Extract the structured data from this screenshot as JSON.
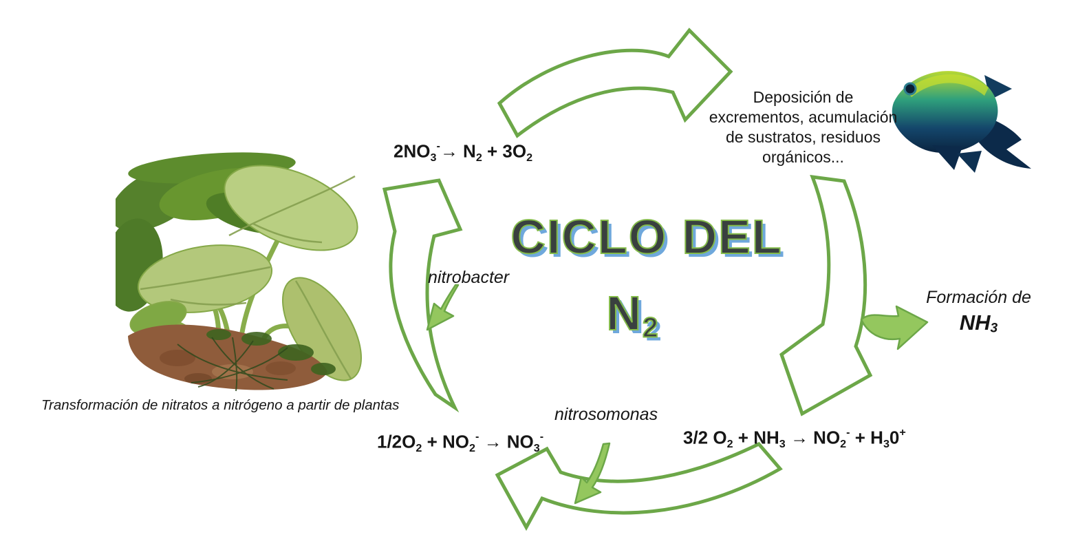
{
  "diagram": {
    "title": {
      "main": "CICLO DEL",
      "sub_formula": [
        {
          "t": "N"
        },
        {
          "t": "2",
          "s": "sub"
        }
      ]
    },
    "caption": "Transformación de nitratos a nitrógeno a partir de plantas",
    "deposition_lines": [
      "Deposición de",
      "excrementos, acumulación",
      "de sustratos, residuos",
      "orgánicos..."
    ],
    "formation": {
      "label": "Formación de",
      "formula": [
        {
          "t": "NH"
        },
        {
          "t": "3",
          "s": "sub"
        }
      ]
    },
    "bacteria": {
      "nitrobacter": "nitrobacter",
      "nitrosomonas": "nitrosomonas"
    },
    "equations": {
      "denitrification": [
        {
          "t": "2NO"
        },
        {
          "t": "3",
          "s": "sub"
        },
        {
          "t": "-",
          "s": "sup"
        },
        {
          "t": "→ N"
        },
        {
          "t": "2",
          "s": "sub"
        },
        {
          "t": " + 3O"
        },
        {
          "t": "2",
          "s": "sub"
        }
      ],
      "nitrite_oxidation": [
        {
          "t": "1/2O"
        },
        {
          "t": "2",
          "s": "sub"
        },
        {
          "t": " + NO"
        },
        {
          "t": "2",
          "s": "sub"
        },
        {
          "t": "-",
          "s": "sup"
        },
        {
          "t": " → NO"
        },
        {
          "t": "3",
          "s": "sub"
        },
        {
          "t": "-",
          "s": "sup"
        }
      ],
      "ammonia_oxidation": [
        {
          "t": "3/2 O"
        },
        {
          "t": "2",
          "s": "sub"
        },
        {
          "t": " + NH"
        },
        {
          "t": "3",
          "s": "sub"
        },
        {
          "t": " → NO"
        },
        {
          "t": "2",
          "s": "sub"
        },
        {
          "t": "-",
          "s": "sup"
        },
        {
          "t": " + H"
        },
        {
          "t": "3",
          "s": "sub"
        },
        {
          "t": "0"
        },
        {
          "t": "+",
          "s": "sup"
        }
      ]
    },
    "colors": {
      "arrow_outline": "#6ca748",
      "arrow_solid": "#94c75e",
      "title_fill": "#39403f",
      "title_outline": "#84bb4a",
      "title_shadow": "#6fa8dc"
    }
  }
}
